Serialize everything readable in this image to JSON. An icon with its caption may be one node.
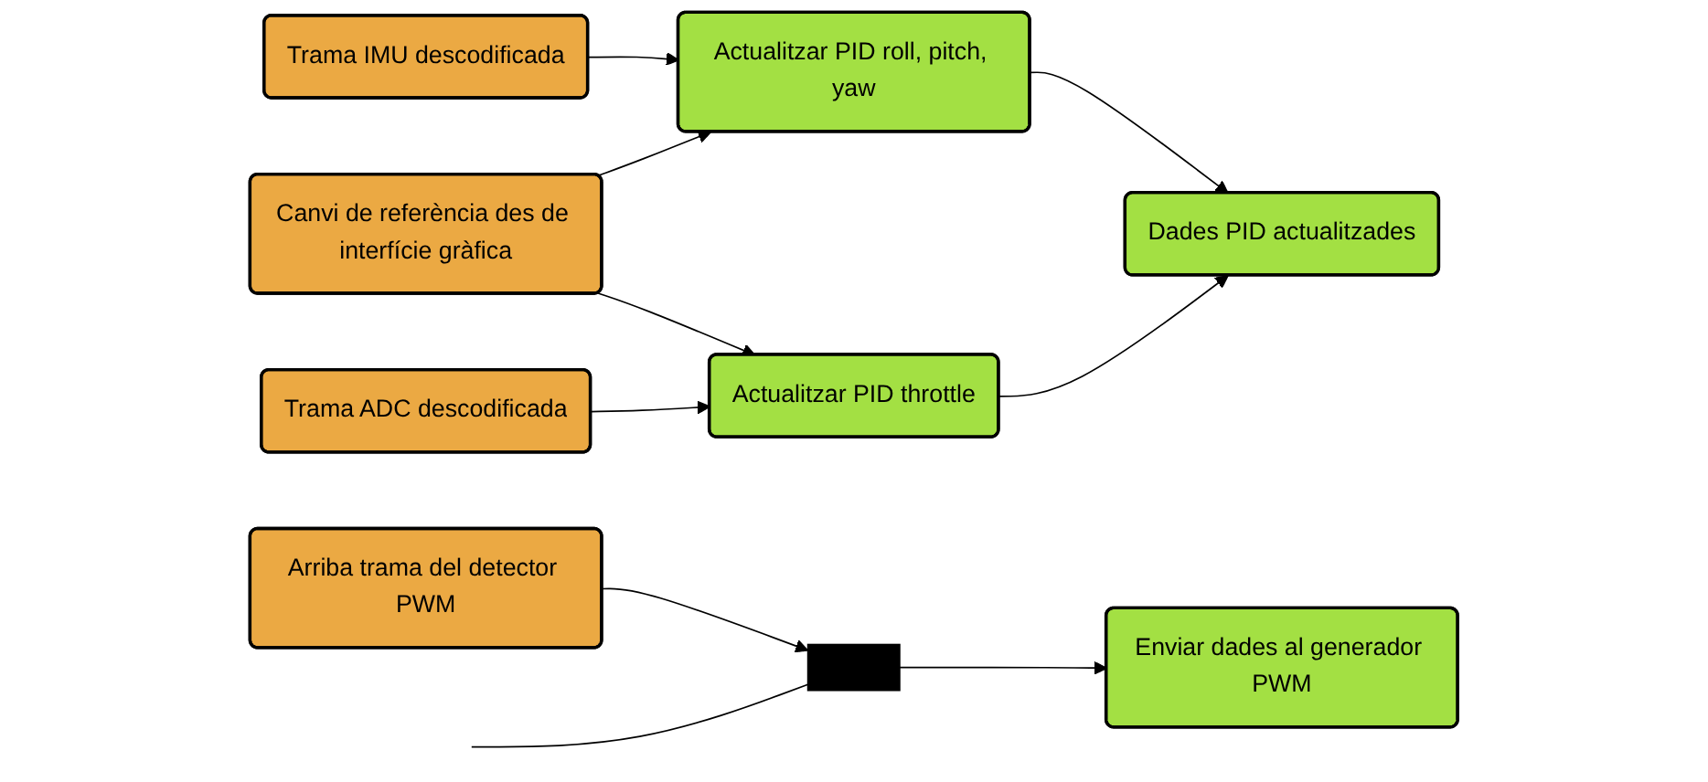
{
  "diagram": {
    "nodes": [
      {
        "text": [
          "Trama IMU descodificada"
        ]
      },
      {
        "text": [
          "Actualitzar PID roll, pitch, yaw"
        ]
      },
      {
        "text": [
          "Dades PID actualitzades"
        ]
      },
      {
        "text": [
          "Arriba trama del detector PWM"
        ]
      },
      {
        "text": [
          "Canvi de referència des de interfície gràfica"
        ]
      },
      {
        "text": [],
        "shape": "bar"
      },
      {
        "text": [
          "Enviar dades al generador PWM"
        ]
      },
      {
        "text": [
          "Trama ADC descodificada"
        ]
      },
      {
        "text": [
          "Actualitzar PID throttle"
        ]
      }
    ],
    "edges": [
      {
        "from": 0,
        "to": 1,
        "arrow": "to"
      },
      {
        "from": 1,
        "to": 2,
        "arrow": "to"
      },
      {
        "from": 4,
        "to": 1,
        "arrow": "to"
      },
      {
        "from": 4,
        "to": 8,
        "arrow": "to"
      },
      {
        "from": 7,
        "to": 8,
        "arrow": "to"
      },
      {
        "from": 8,
        "to": 2,
        "arrow": "to"
      },
      {
        "from": 3,
        "to": 5,
        "arrow": "to"
      },
      {
        "from": null,
        "to": 5,
        "arrow": "none"
      },
      {
        "from": 5,
        "to": 6,
        "arrow": "to"
      }
    ]
  }
}
